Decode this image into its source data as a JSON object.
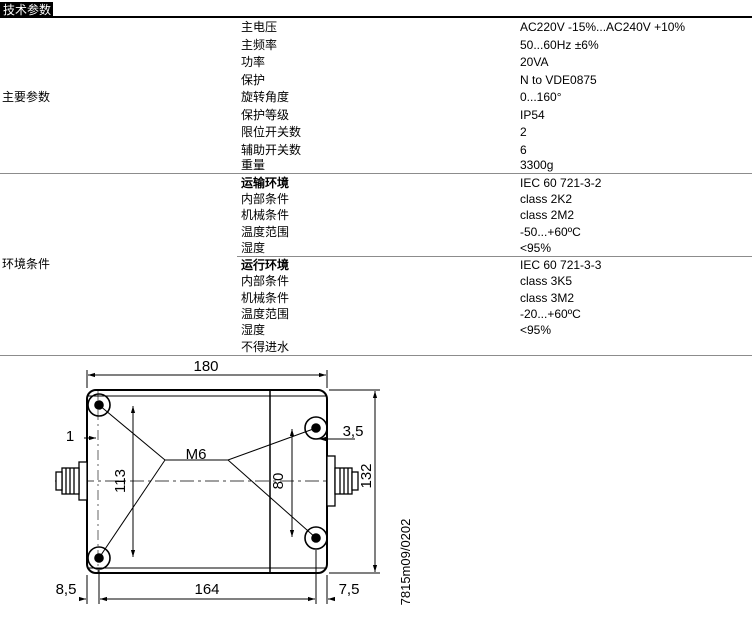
{
  "title": "技术参数",
  "groups": [
    {
      "label": "主要参数",
      "rows": [
        {
          "key": "主电压",
          "value": "AC220V -15%...AC240V +10%",
          "bold": false
        },
        {
          "key": "主频率",
          "value": "50...60Hz ±6%",
          "bold": false
        },
        {
          "key": "功率",
          "value": "20VA",
          "bold": false
        },
        {
          "key": "保护",
          "value": "N to VDE0875",
          "bold": false
        },
        {
          "key": "旋转角度",
          "value": "0...160°",
          "bold": false
        },
        {
          "key": "保护等级",
          "value": "IP54",
          "bold": false
        },
        {
          "key": "限位开关数",
          "value": "2",
          "bold": false
        },
        {
          "key": "辅助开关数",
          "value": "6",
          "bold": false
        },
        {
          "key": "重量",
          "value": "3300g",
          "bold": false
        }
      ]
    },
    {
      "label": "环境条件",
      "rows": [
        {
          "key": "运输环境",
          "value": "IEC 60 721-3-2",
          "bold": true
        },
        {
          "key": "内部条件",
          "value": "class 2K2",
          "bold": false
        },
        {
          "key": "机械条件",
          "value": "class 2M2",
          "bold": false
        },
        {
          "key": "温度范围",
          "value": "-50...+60ºC",
          "bold": false
        },
        {
          "key": "湿度",
          "value": "<95%",
          "bold": false
        },
        {
          "key": "运行环境",
          "value": "IEC 60 721-3-3",
          "bold": true
        },
        {
          "key": "内部条件",
          "value": "class 3K5",
          "bold": false
        },
        {
          "key": "机械条件",
          "value": "class 3M2",
          "bold": false
        },
        {
          "key": "温度范围",
          "value": "-20...+60ºC",
          "bold": false
        },
        {
          "key": "湿度",
          "value": "<95%",
          "bold": false
        },
        {
          "key": "不得进水",
          "value": "",
          "bold": false
        }
      ]
    }
  ],
  "drawing": {
    "dim_top": "180",
    "dim_bottom": "164",
    "dim_left_height": "113",
    "dim_inner_height": "80",
    "dim_right_height": "132",
    "dim_1": "1",
    "dim_3_5": "3,5",
    "dim_8_5": "8,5",
    "dim_7_5": "7,5",
    "thread": "M6",
    "drawing_id": "7815m09/0202"
  }
}
